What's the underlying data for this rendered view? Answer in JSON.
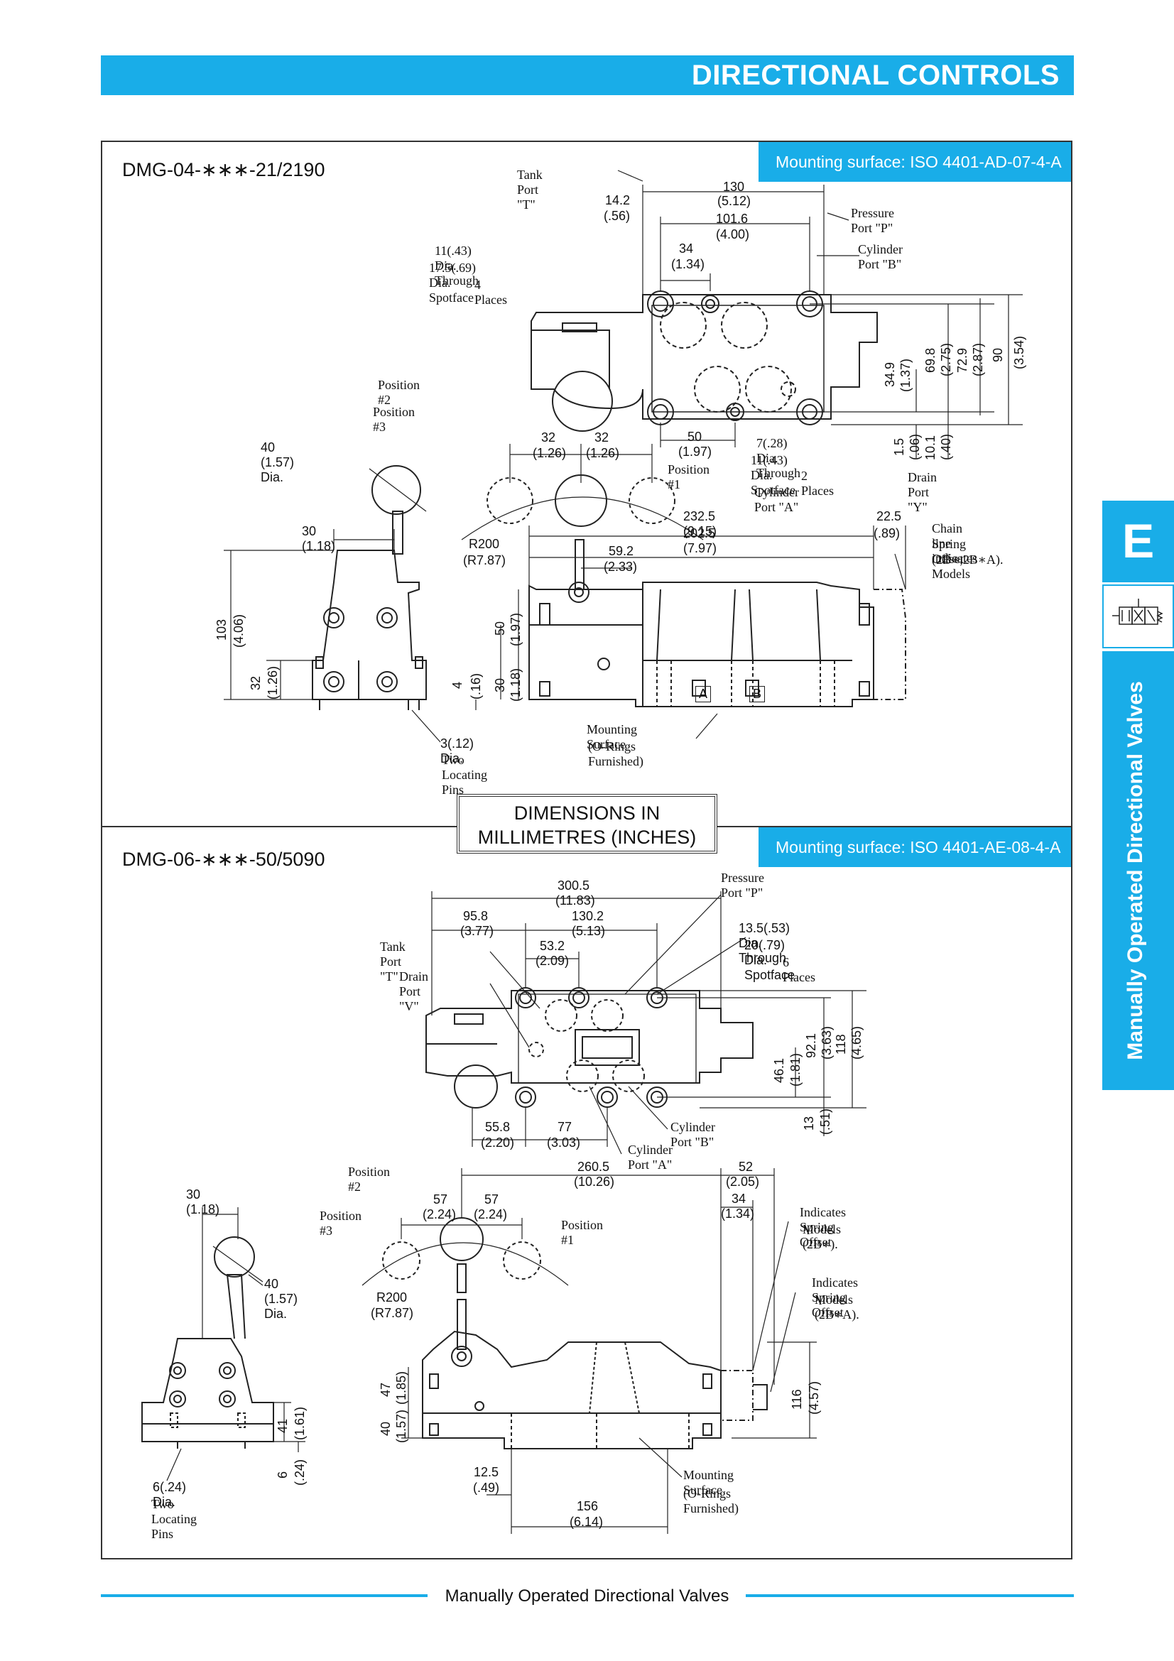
{
  "header": {
    "title": "DIRECTIONAL CONTROLS"
  },
  "side_tab": {
    "letter": "E",
    "vertical_label": "Manually Operated Directional Valves"
  },
  "footer": {
    "text": "Manually Operated Directional Valves"
  },
  "dimensions_note": {
    "line1": "DIMENSIONS IN",
    "line2": "MILLIMETRES (INCHES)"
  },
  "section1": {
    "model": "DMG-04-∗∗∗-21/2190",
    "mounting": "Mounting surface: ISO 4401-AD-07-4-A",
    "labels": {
      "tank_port": "Tank Port \"T\"",
      "pressure_port": "Pressure Port \"P\"",
      "cylinder_port_b": "Cylinder Port \"B\"",
      "cylinder_port_a": "Cylinder Port \"A\"",
      "drain_port": "Drain Port \"Y\"",
      "hole_through": "11(.43) Dia. Through",
      "hole_spotface": "17.5(.69) Dia. Spotface",
      "hole_places": "4 Places",
      "small_through": "7(.28) Dia. Through",
      "small_spotface": "11(.43) Dia. Spotface",
      "small_places": "2 Places",
      "position2": "Position #2",
      "position3": "Position #3",
      "position1": "Position #1",
      "ball_dia": "40 (1.57) Dia.",
      "chain_1": "Chain line indicates",
      "chain_2": "Spring Offset Models",
      "chain_3": "(2B∗,2B∗A).",
      "mounting_surface": "Mounting Surface",
      "orings": "(O-Rings Furnished)",
      "pins_dia": "3(.12) Dia.",
      "pins_text": "Two Locating Pins",
      "port_a": "A",
      "port_b": "B"
    },
    "dims": {
      "d_130": "130",
      "d_130i": "(5.12)",
      "d_1016": "101.6",
      "d_1016i": "(4.00)",
      "d_142": "14.2",
      "d_142i": "(.56)",
      "d_34": "34",
      "d_34i": "(1.34)",
      "d_50": "50",
      "d_50i": "(1.97)",
      "v_349": "34.9",
      "v_349i": "(1.37)",
      "v_698": "69.8",
      "v_698i": "(2.75)",
      "v_729": "72.9",
      "v_729i": "(2.87)",
      "v_90": "90",
      "v_90i": "(3.54)",
      "v_15": "1.5",
      "v_15i": "(.06)",
      "v_101": "10.1",
      "v_101i": "(.40)",
      "d_32a": "32",
      "d_32ai": "(1.26)",
      "d_32b": "32",
      "d_32bi": "(1.26)",
      "d_2325": "232.5 (9.15)",
      "d_2025": "202.5 (7.97)",
      "d_225": "22.5",
      "d_225i": "(.89)",
      "d_592": "59.2",
      "d_592i": "(2.33)",
      "r200": "R200",
      "r200i": "(R7.87)",
      "d_30": "30 (1.18)",
      "v_103": "103",
      "v_103i": "(4.06)",
      "v_32": "32",
      "v_32i": "(1.26)",
      "v_4": "4",
      "v_4i": "(.16)",
      "v_50": "50",
      "v_50i": "(1.97)",
      "v_30": "30",
      "v_30i": "(1.18)"
    }
  },
  "section2": {
    "model": "DMG-06-∗∗∗-50/5090",
    "mounting": "Mounting surface: ISO 4401-AE-08-4-A",
    "labels": {
      "pressure_port": "Pressure Port \"P\"",
      "tank_port": "Tank Port \"T\"",
      "drain_port": "Drain Port \"V\"",
      "hole_through": "13.5(.53) Dia. Through",
      "hole_spotface": "20(.79) Dia. Spotface",
      "hole_places": "6 Places",
      "cylinder_port_b": "Cylinder Port \"B\"",
      "cylinder_port_a": "Cylinder Port \"A\"",
      "position2": "Position #2",
      "position3": "Position #3",
      "position1": "Position #1",
      "ball_dia": "40 (1.57) Dia.",
      "spring1_1": "Indicates Spring Offset",
      "spring1_2": "Models (2B∗).",
      "spring2_1": "Indicates Spring Offset",
      "spring2_2": "Models (2B∗A).",
      "mounting_surface": "Mounting Surface",
      "orings": "(O-Rings Furnished)",
      "pins_dia": "6(.24) Dia.",
      "pins_text": "Two Locating Pins"
    },
    "dims": {
      "d_3005": "300.5",
      "d_3005i": "(11.83)",
      "d_958": "95.8",
      "d_958i": "(3.77)",
      "d_1302": "130.2",
      "d_1302i": "(5.13)",
      "d_532": "53.2",
      "d_532i": "(2.09)",
      "d_558": "55.8",
      "d_558i": "(2.20)",
      "d_77": "77",
      "d_77i": "(3.03)",
      "v_461": "46.1",
      "v_461i": "(1.81)",
      "v_921": "92.1",
      "v_921i": "(3.63)",
      "v_118": "118",
      "v_118i": "(4.65)",
      "v_13": "13",
      "v_13i": "(.51)",
      "d_2605": "260.5",
      "d_2605i": "(10.26)",
      "d_52": "52",
      "d_52i": "(2.05)",
      "d_34": "34",
      "d_34i": "(1.34)",
      "d_57a": "57",
      "d_57ai": "(2.24)",
      "d_57b": "57",
      "d_57bi": "(2.24)",
      "d_30": "30 (1.18)",
      "r200": "R200",
      "r200i": "(R7.87)",
      "v_47": "47",
      "v_47i": "(1.85)",
      "v_40": "40",
      "v_40i": "(1.57)",
      "v_41": "41",
      "v_41i": "(1.61)",
      "v_6": "6",
      "v_6i": "(.24)",
      "v_116": "116",
      "v_116i": "(4.57)",
      "d_125": "12.5",
      "d_125i": "(.49)",
      "d_156": "156",
      "d_156i": "(6.14)"
    }
  },
  "colors": {
    "accent": "#19ade8",
    "line": "#222222"
  }
}
